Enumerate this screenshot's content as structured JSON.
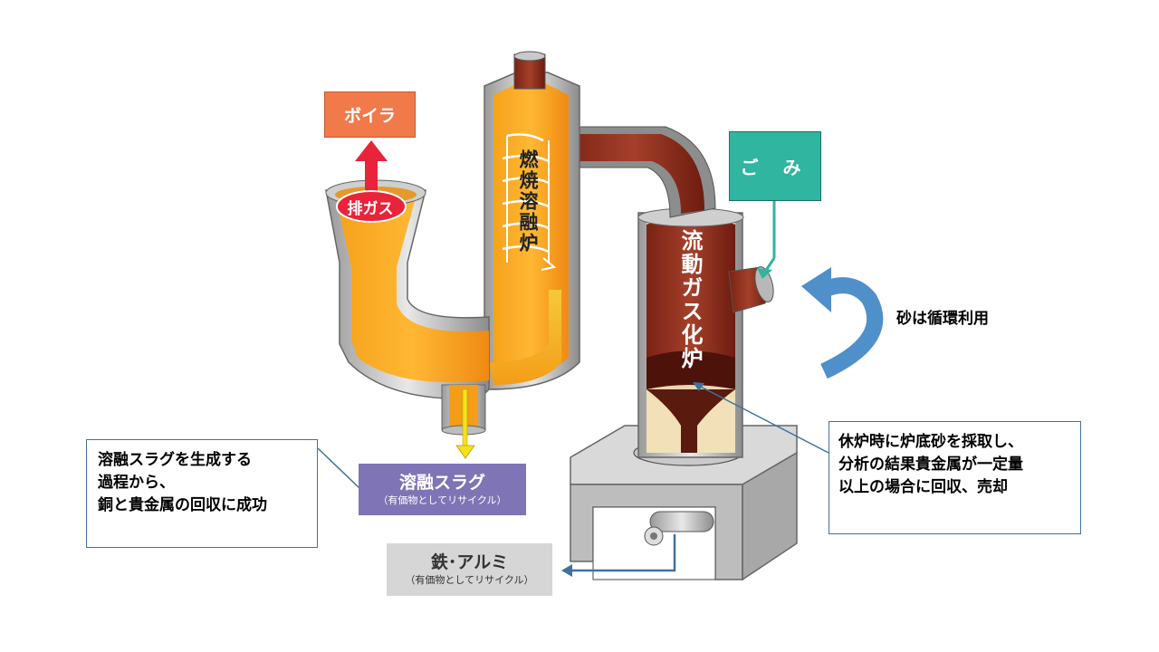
{
  "labels": {
    "boiler": "ボイラ",
    "exhaust_gas": "排ガス",
    "melting_furnace": "燃焼溶融炉",
    "gasification_furnace": "流動ガス化炉",
    "garbage": "ご み",
    "sand_recycle": "砂は循環利用",
    "molten_slag": {
      "title": "溶融スラグ",
      "sub": "（有価物としてリサイクル）"
    },
    "iron_aluminum": {
      "title": "鉄･アルミ",
      "sub": "（有価物としてリサイクル）"
    }
  },
  "callouts": {
    "slag_lines": [
      "溶融スラグを生成する",
      "過程から、",
      "銅と貴金属の回収に成功"
    ],
    "sample_lines": [
      "休炉時に炉底砂を採取し、",
      "分析の結果貴金属が一定量",
      "以上の場合に回収、売却"
    ]
  },
  "colors": {
    "orange": "#f7931e",
    "dark_red": "#8b2a1a",
    "teal": "#2fb5a0",
    "purple": "#7f74b6",
    "blue_arrow": "#4f8fca",
    "border": "#41719c"
  }
}
